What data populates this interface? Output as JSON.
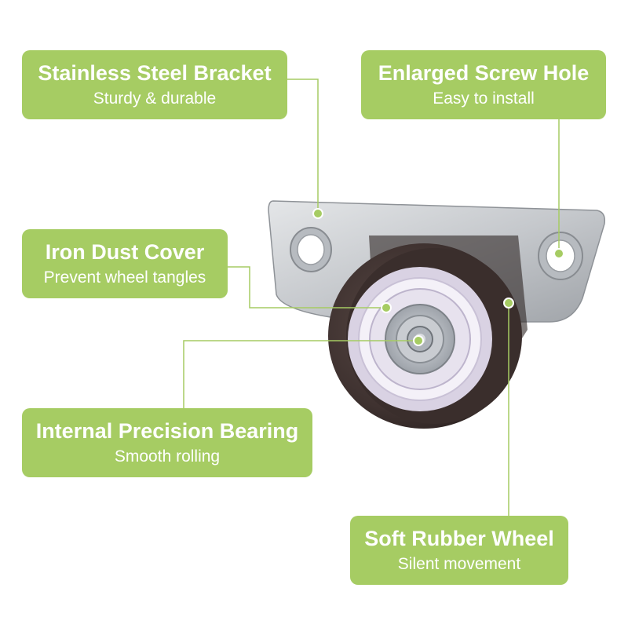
{
  "accent_color": "#a6cc63",
  "leader_color": "#a6cc63",
  "labels": {
    "bracket": {
      "title": "Stainless Steel Bracket",
      "subtitle": "Sturdy & durable"
    },
    "screw_hole": {
      "title": "Enlarged Screw Hole",
      "subtitle": "Easy to install"
    },
    "dust_cover": {
      "title": "Iron Dust Cover",
      "subtitle": "Prevent wheel tangles"
    },
    "bearing": {
      "title": "Internal Precision Bearing",
      "subtitle": "Smooth rolling"
    },
    "wheel": {
      "title": "Soft Rubber Wheel",
      "subtitle": "Silent movement"
    }
  }
}
